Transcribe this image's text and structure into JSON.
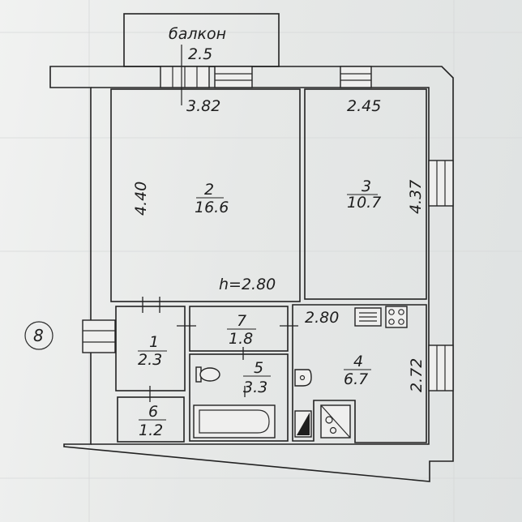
{
  "plan": {
    "balcony": {
      "label": "балкон",
      "width": "2.5"
    },
    "room2": {
      "number": "2",
      "area": "16.6",
      "width": "3.82",
      "length": "4.40"
    },
    "room3": {
      "number": "3",
      "area": "10.7",
      "width": "2.45",
      "length": "4.37"
    },
    "ceiling_height": "h=2.80",
    "room1": {
      "number": "1",
      "area": "2.3"
    },
    "room7": {
      "number": "7",
      "area": "1.8"
    },
    "room5": {
      "number": "5",
      "area": "3.3"
    },
    "room6": {
      "number": "6",
      "area": "1.2"
    },
    "room4": {
      "number": "4",
      "area": "6.7",
      "width": "2.80",
      "length": "2.72"
    },
    "apartment_number": "8"
  }
}
